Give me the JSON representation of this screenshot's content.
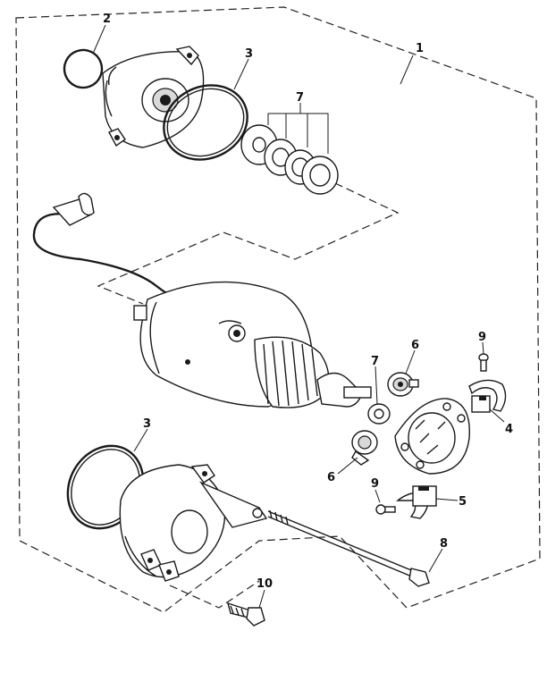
{
  "callouts": {
    "c1": "1",
    "c2": "2",
    "c3_top": "3",
    "c3_bottom": "3",
    "c4": "4",
    "c5": "5",
    "c6_upper": "6",
    "c6_lower": "6",
    "c7_top": "7",
    "c7_mid": "7",
    "c8": "8",
    "c9_upper": "9",
    "c9_lower": "9",
    "c10": "10"
  }
}
